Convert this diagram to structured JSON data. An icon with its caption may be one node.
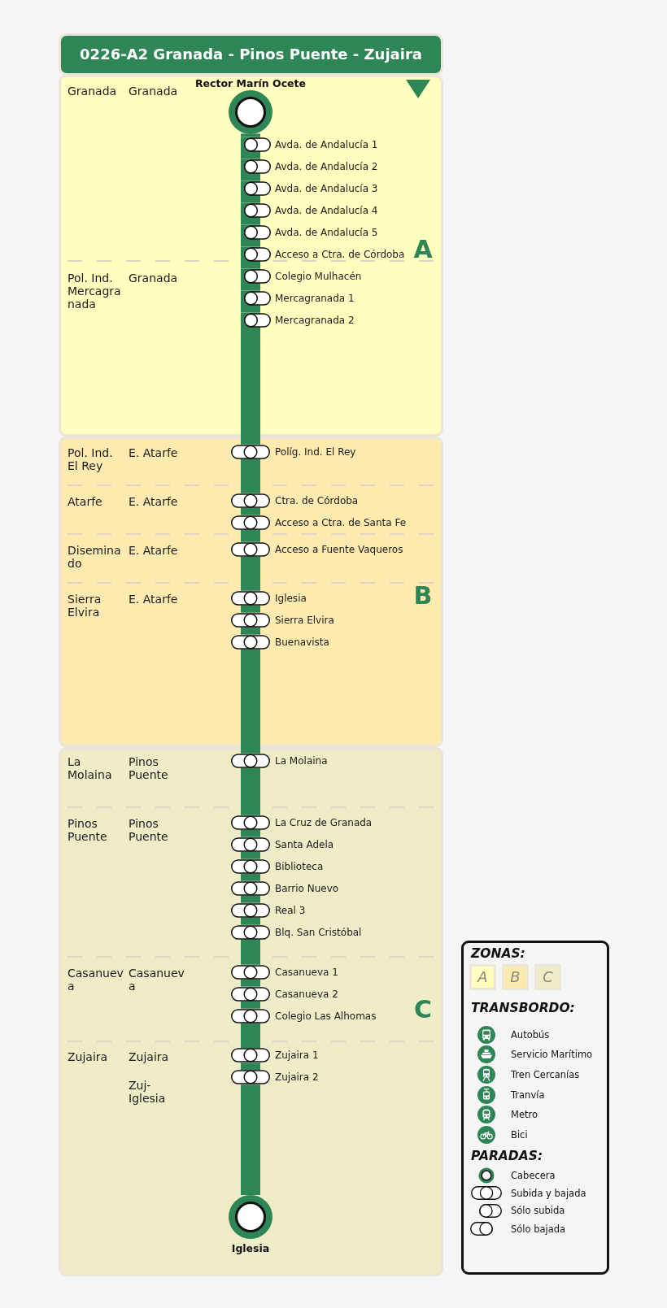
{
  "diagram": {
    "title": "0226-A2 Granada - Pinos Puente - Zujaira",
    "nodes": [
      {
        "text": [
          "A"
        ]
      },
      {
        "text": [],
        "shape": "circle",
        "beside": [
          "Rector Marín Ocete"
        ],
        "in": 0
      },
      {
        "text": [],
        "shape": "pill",
        "beside": [
          "Avda. de Andalucía 1"
        ],
        "in": 0
      },
      {
        "text": [],
        "shape": "pill",
        "beside": [
          "Avda. de Andalucía 2"
        ],
        "in": 0
      },
      {
        "text": [],
        "shape": "pill",
        "beside": [
          "Avda. de Andalucía 3"
        ],
        "in": 0
      },
      {
        "text": [],
        "shape": "pill",
        "beside": [
          "Avda. de Andalucía 4"
        ],
        "in": 0
      },
      {
        "text": [],
        "shape": "pill",
        "beside": [
          "Avda. de Andalucía 5"
        ],
        "in": 0
      },
      {
        "text": [],
        "shape": "pill",
        "beside": [
          "Acceso a Ctra. de Córdoba"
        ],
        "in": 0
      },
      {
        "text": [],
        "shape": "pill",
        "beside": [
          "Colegio Mulhacén"
        ],
        "in": 0
      },
      {
        "text": [],
        "shape": "pill",
        "beside": [
          "Mercagranada 1"
        ],
        "in": 0
      },
      {
        "text": [],
        "shape": "pill",
        "beside": [
          "Mercagranada 2"
        ],
        "in": 0
      },
      {
        "text": [
          "B"
        ]
      },
      {
        "text": [],
        "shape": "pill",
        "beside": [
          "Políg. Ind. El Rey"
        ],
        "in": 11
      },
      {
        "text": [],
        "shape": "pill",
        "beside": [
          "Ctra. de Córdoba"
        ],
        "in": 11
      },
      {
        "text": [],
        "shape": "pill",
        "beside": [
          "Acceso a Ctra. de Santa Fe"
        ],
        "in": 11
      },
      {
        "text": [],
        "shape": "pill",
        "beside": [
          "Acceso a Fuente Vaqueros"
        ],
        "in": 11
      },
      {
        "text": [],
        "shape": "pill",
        "beside": [
          "Iglesia"
        ],
        "in": 11
      },
      {
        "text": [],
        "shape": "pill",
        "beside": [
          "Sierra Elvira"
        ],
        "in": 11
      },
      {
        "text": [],
        "shape": "pill",
        "beside": [
          "Buenavista"
        ],
        "in": 11
      },
      {
        "text": [
          "C"
        ]
      },
      {
        "text": [],
        "shape": "pill",
        "beside": [
          "La Molaina"
        ],
        "in": 19
      },
      {
        "text": [],
        "shape": "pill",
        "beside": [
          "La Cruz de Granada"
        ],
        "in": 19
      },
      {
        "text": [],
        "shape": "pill",
        "beside": [
          "Santa Adela"
        ],
        "in": 19
      },
      {
        "text": [],
        "shape": "pill",
        "beside": [
          "Biblioteca"
        ],
        "in": 19
      },
      {
        "text": [],
        "shape": "pill",
        "beside": [
          "Barrio Nuevo"
        ],
        "in": 19
      },
      {
        "text": [],
        "shape": "pill",
        "beside": [
          "Real 3"
        ],
        "in": 19
      },
      {
        "text": [],
        "shape": "pill",
        "beside": [
          "Blq. San Cristóbal"
        ],
        "in": 19
      },
      {
        "text": [],
        "shape": "pill",
        "beside": [
          "Casanueva 1"
        ],
        "in": 19
      },
      {
        "text": [],
        "shape": "pill",
        "beside": [
          "Casanueva 2"
        ],
        "in": 19
      },
      {
        "text": [],
        "shape": "pill",
        "beside": [
          "Colegio Las Alhomas"
        ],
        "in": 19
      },
      {
        "text": [],
        "shape": "pill",
        "beside": [
          "Zujaira 1"
        ],
        "in": 19
      },
      {
        "text": [],
        "shape": "pill",
        "beside": [
          "Zujaira 2"
        ],
        "in": 19
      },
      {
        "text": [],
        "shape": "circle",
        "beside": [
          "Iglesia"
        ],
        "in": 19
      }
    ],
    "edges": [
      {
        "from": 1,
        "to": 2,
        "arrow": "none"
      },
      {
        "from": 2,
        "to": 3,
        "arrow": "none"
      },
      {
        "from": 3,
        "to": 4,
        "arrow": "none"
      },
      {
        "from": 4,
        "to": 5,
        "arrow": "none"
      },
      {
        "from": 5,
        "to": 6,
        "arrow": "none"
      },
      {
        "from": 6,
        "to": 7,
        "arrow": "none"
      },
      {
        "from": 7,
        "to": 8,
        "arrow": "none"
      },
      {
        "from": 8,
        "to": 9,
        "arrow": "none"
      },
      {
        "from": 9,
        "to": 10,
        "arrow": "none"
      },
      {
        "from": 10,
        "to": 12,
        "arrow": "none"
      },
      {
        "from": 12,
        "to": 13,
        "arrow": "none"
      },
      {
        "from": 13,
        "to": 14,
        "arrow": "none"
      },
      {
        "from": 14,
        "to": 15,
        "arrow": "none"
      },
      {
        "from": 15,
        "to": 16,
        "arrow": "none"
      },
      {
        "from": 16,
        "to": 17,
        "arrow": "none"
      },
      {
        "from": 17,
        "to": 18,
        "arrow": "none"
      },
      {
        "from": 18,
        "to": 20,
        "arrow": "none"
      },
      {
        "from": 20,
        "to": 21,
        "arrow": "none"
      },
      {
        "from": 21,
        "to": 22,
        "arrow": "none"
      },
      {
        "from": 22,
        "to": 23,
        "arrow": "none"
      },
      {
        "from": 23,
        "to": 24,
        "arrow": "none"
      },
      {
        "from": 24,
        "to": 25,
        "arrow": "none"
      },
      {
        "from": 25,
        "to": 26,
        "arrow": "none"
      },
      {
        "from": 26,
        "to": 27,
        "arrow": "none"
      },
      {
        "from": 27,
        "to": 28,
        "arrow": "none"
      },
      {
        "from": 28,
        "to": 29,
        "arrow": "none"
      },
      {
        "from": 29,
        "to": 30,
        "arrow": "none"
      },
      {
        "from": 30,
        "to": 31,
        "arrow": "none"
      },
      {
        "from": 31,
        "to": 32,
        "arrow": "none"
      }
    ],
    "labels": [
      "Granada",
      "Granada",
      "Pol. Ind. Mercagranada",
      "Granada",
      "Pol. Ind. El Rey",
      "E. Atarfe",
      "Atarfe",
      "E. Atarfe",
      "Diseminado",
      "E. Atarfe",
      "Sierra Elvira",
      "E. Atarfe",
      "La Molaina",
      "Pinos Puente",
      "Pinos Puente",
      "Pinos Puente",
      "Casanueva",
      "Casanueva",
      "Zujaira",
      "Zujaira",
      "Zuj-Iglesia",
      "ZONAS:",
      "TRANSBORDO:",
      "PARADAS:"
    ],
    "legend": [
      {
        "text": "A",
        "color": "#ffffc0"
      },
      {
        "text": "B",
        "color": "#ffebb0"
      },
      {
        "text": "C",
        "color": "#eeedc8"
      },
      {
        "text": "Autobús"
      },
      {
        "text": "Servicio Marítimo"
      },
      {
        "text": "Tren Cercanías"
      },
      {
        "text": "Tranvía"
      },
      {
        "text": "Metro"
      },
      {
        "text": "Bici"
      },
      {
        "text": "Cabecera"
      },
      {
        "text": "Subida y bajada"
      },
      {
        "text": "Sólo subida"
      },
      {
        "text": "Sólo bajada"
      }
    ]
  }
}
